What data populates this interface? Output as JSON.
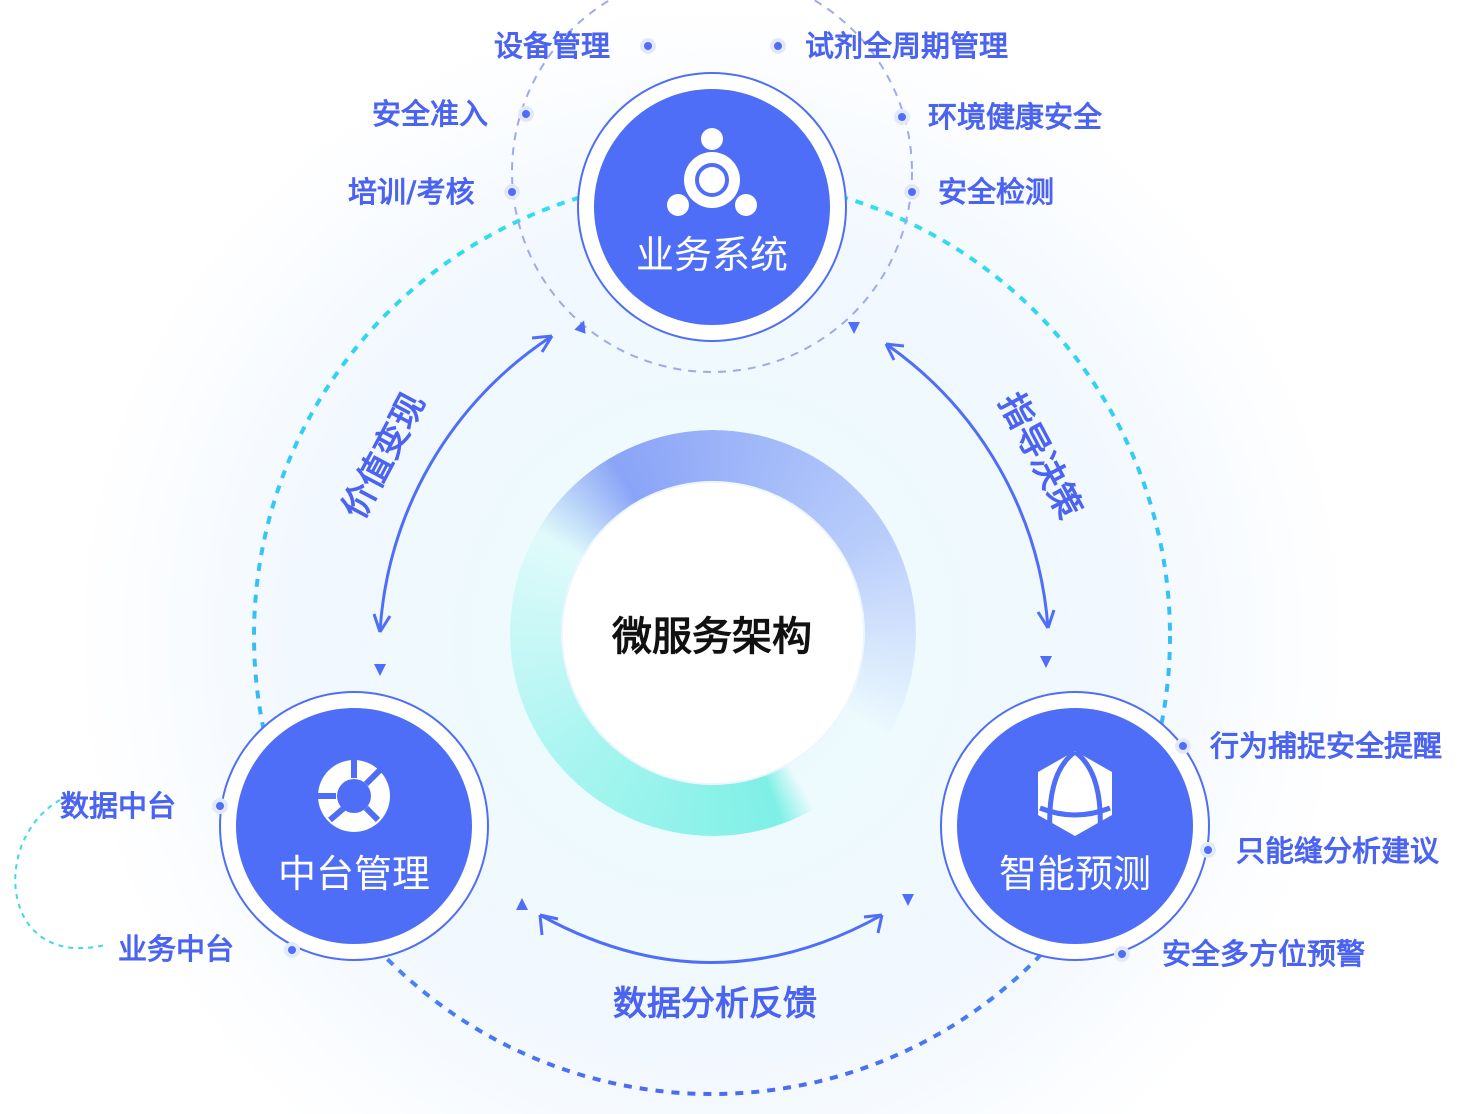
{
  "center": {
    "title": "微服务架构"
  },
  "nodes": {
    "top": {
      "title": "业务系统",
      "icon": "sync-network-icon",
      "left_items": [
        "设备管理",
        "安全准入",
        "培训/考核"
      ],
      "right_items": [
        "试剂全周期管理",
        "环境健康安全",
        "安全检测"
      ]
    },
    "left": {
      "title": "中台管理",
      "icon": "hub-icon",
      "items": [
        "数据中台",
        "业务中台"
      ]
    },
    "right": {
      "title": "智能预测",
      "icon": "hexagon-globe-icon",
      "items": [
        "行为捕捉安全提醒",
        "只能缝分析建议",
        "安全多方位预警"
      ]
    }
  },
  "flows": {
    "left": "价值变现",
    "right": "指导决策",
    "bottom": "数据分析反馈"
  },
  "colors": {
    "accent": "#4f6ef7",
    "label": "#4a63f0",
    "cyan": "#2fd3f0"
  }
}
